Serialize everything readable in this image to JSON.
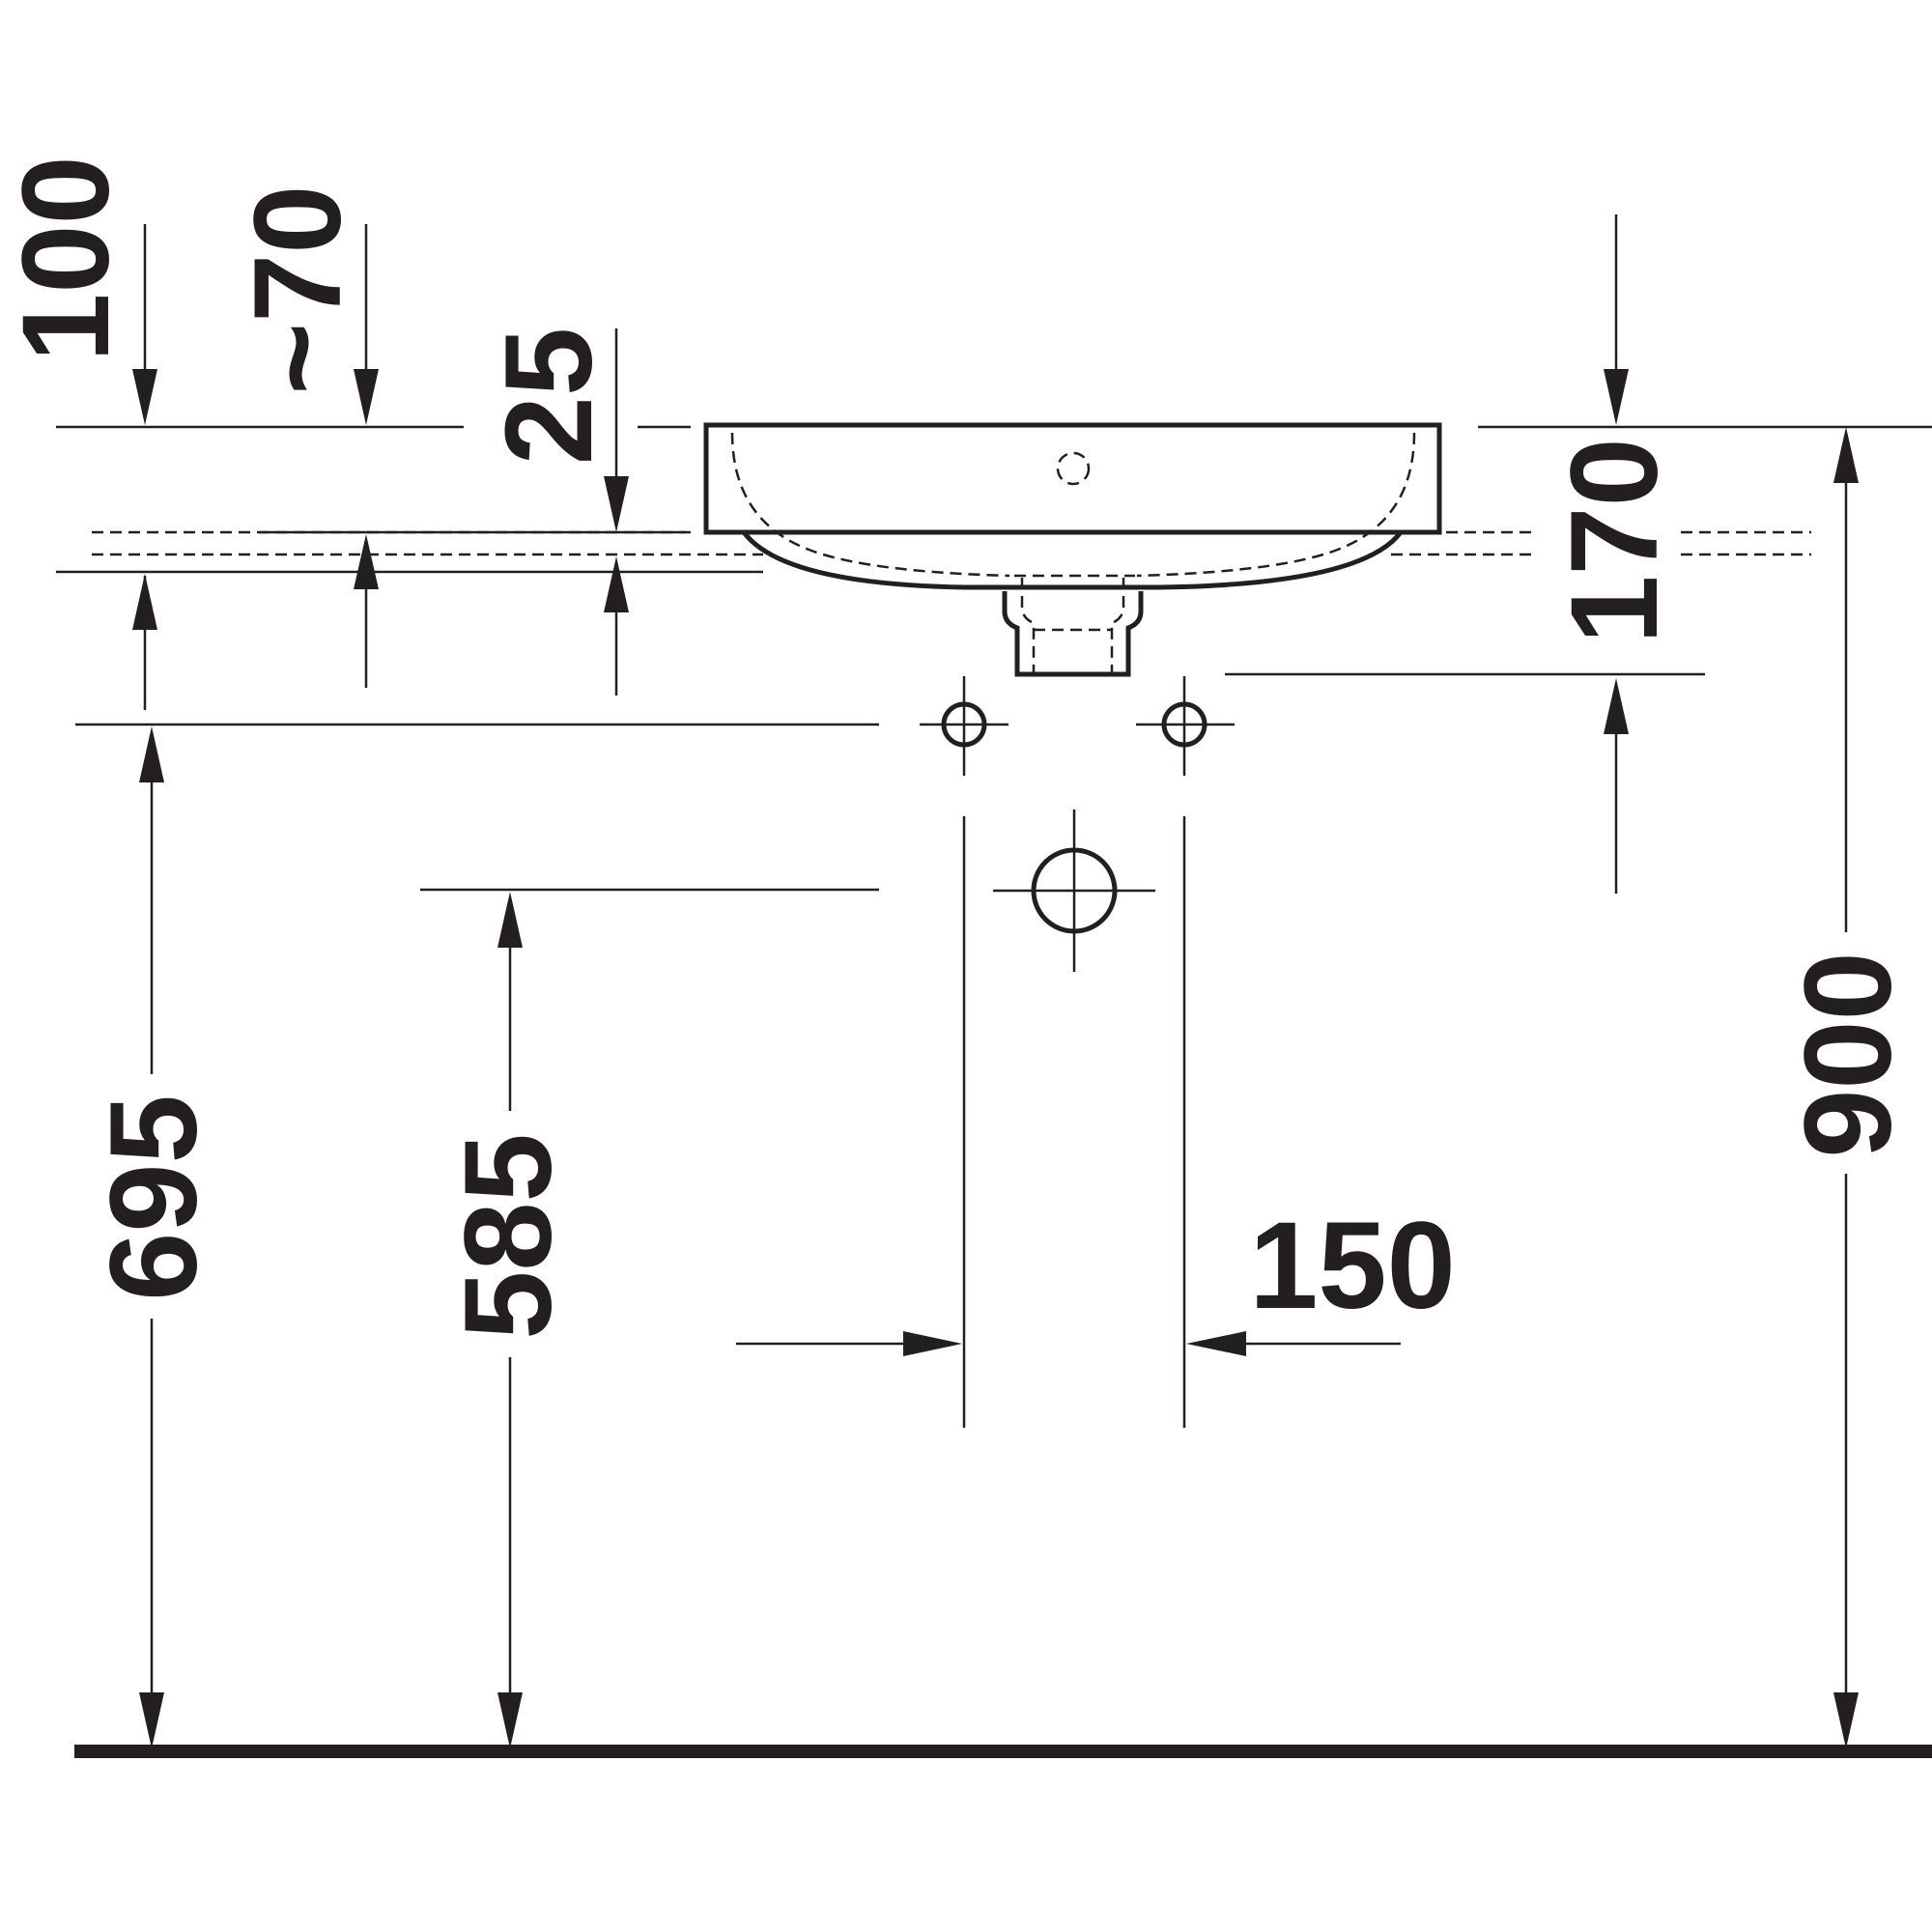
{
  "drawing": {
    "dimensions": {
      "d100": "100",
      "d70": "~70",
      "d25": "25",
      "d170": "170",
      "d900": "900",
      "d695": "695",
      "d585": "585",
      "d150": "150"
    },
    "colors": {
      "line": "#231f20",
      "background": "#ffffff"
    }
  }
}
